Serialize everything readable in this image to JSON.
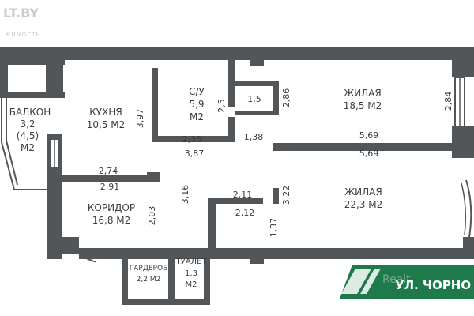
{
  "watermark": {
    "logo": "LT.BY",
    "sub": "ЖИМОСТЬ",
    "brand": "Realt"
  },
  "street_banner": "УЛ. ЧОРНО",
  "colors": {
    "wall": "#535659",
    "text": "#3a3d3f",
    "banner": "#1e7a4a"
  },
  "rooms": {
    "balcony": [
      "БАЛКОН",
      "3,2",
      "(4,5)",
      "М2"
    ],
    "kitchen": [
      "КУХНЯ",
      "10,5 М2"
    ],
    "bathroom": [
      "С/У",
      "5,9",
      "М2"
    ],
    "living1": [
      "ЖИЛАЯ",
      "18,5 М2"
    ],
    "living2": [
      "ЖИЛАЯ",
      "22,3 М2"
    ],
    "corridor": [
      "КОРИДОР",
      "16,8 М2"
    ],
    "wardrobe": [
      "ГАРДЕРОБ",
      "2,2 М2"
    ],
    "toilet": [
      "ТУАЛЕТ",
      "1,3",
      "М2"
    ]
  },
  "dims": {
    "d_3_97": "3,97",
    "d_2_5": "2,5",
    "d_1_5": "1,5",
    "d_2_86": "2,86",
    "d_2_84": "2,84",
    "d_2_35": "2,35",
    "d_1_38": "1,38",
    "d_3_87": "3,87",
    "d_5_69_a": "5,69",
    "d_5_69_b": "5,69",
    "d_2_74": "2,74",
    "d_2_91": "2,91",
    "d_3_16": "3,16",
    "d_2_11": "2,11",
    "d_3_22": "3,22",
    "d_2_03": "2,03",
    "d_2_12": "2,12",
    "d_1_37": "1,37"
  }
}
